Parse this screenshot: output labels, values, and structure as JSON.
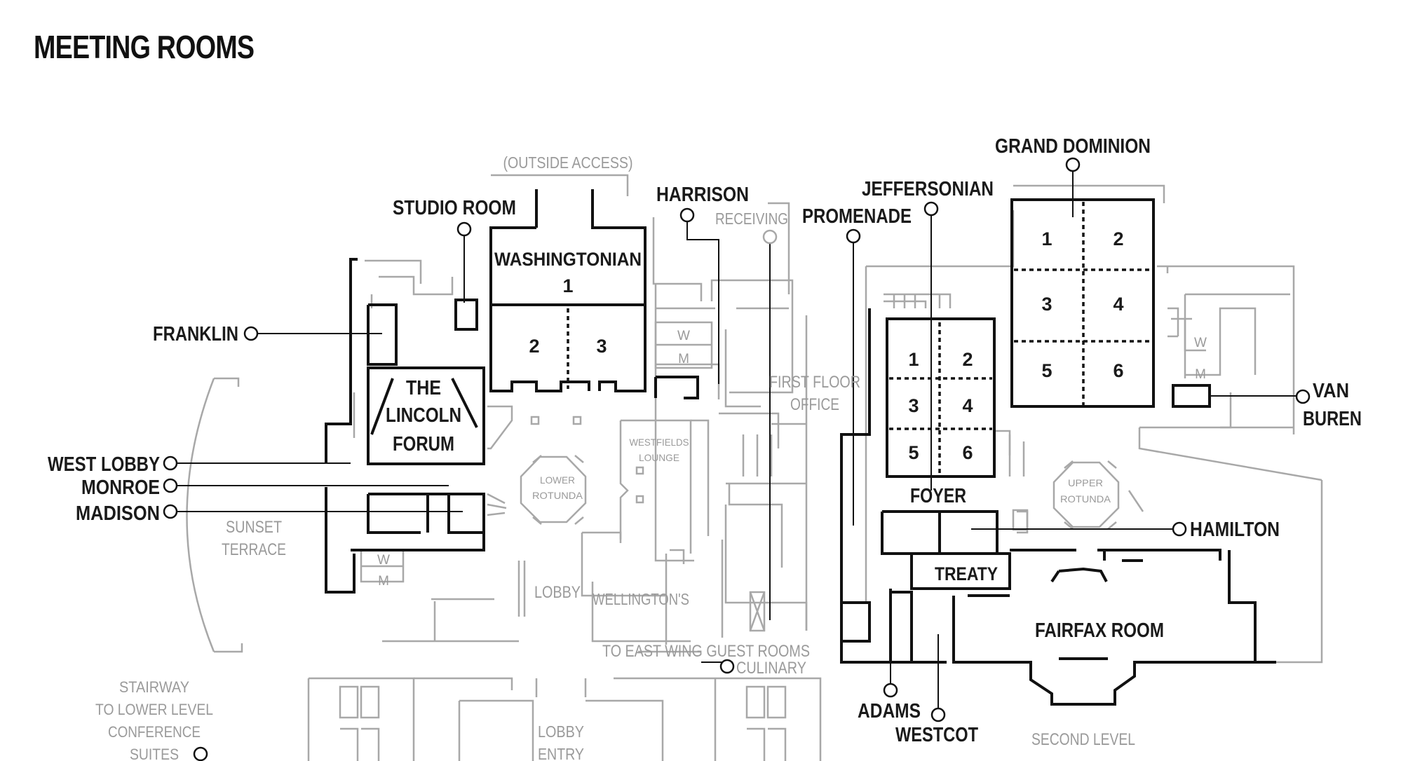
{
  "title": "MEETING ROOMS",
  "colors": {
    "dark_line": "#111111",
    "light_line": "#a8a8a8",
    "dark_text": "#1a1a1a",
    "light_text": "#9a9a9a",
    "background": "#ffffff"
  },
  "labels": {
    "outside_access": "(OUTSIDE ACCESS)",
    "studio_room": "STUDIO ROOM",
    "harrison": "HARRISON",
    "receiving": "RECEIVING",
    "promenade": "PROMENADE",
    "jeffersonian": "JEFFERSONIAN",
    "grand_dominion": "GRAND DOMINION",
    "franklin": "FRANKLIN",
    "washingtonian": "WASHINGTONIAN",
    "lincoln_1": "THE",
    "lincoln_2": "LINCOLN",
    "lincoln_3": "FORUM",
    "west_lobby": "WEST LOBBY",
    "monroe": "MONROE",
    "madison": "MADISON",
    "sunset_1": "SUNSET",
    "sunset_2": "TERRACE",
    "first_floor_1": "FIRST FLOOR",
    "first_floor_2": "OFFICE",
    "westfields_1": "WESTFIELDS",
    "westfields_2": "LOUNGE",
    "lower_rotunda_1": "LOWER",
    "lower_rotunda_2": "ROTUNDA",
    "upper_rotunda_1": "UPPER",
    "upper_rotunda_2": "ROTUNDA",
    "foyer": "FOYER",
    "van_1": "VAN",
    "van_2": "BUREN",
    "hamilton": "HAMILTON",
    "treaty": "TREATY",
    "fairfax_room": "FAIRFAX ROOM",
    "lobby": "LOBBY",
    "wellingtons": "WELLINGTON'S",
    "to_east_wing": "TO EAST WING GUEST ROOMS",
    "culinary": "CULINARY",
    "stairway_1": "STAIRWAY",
    "stairway_2": "TO LOWER LEVEL",
    "stairway_3": "CONFERENCE",
    "stairway_4": "SUITES",
    "lobby_entry_1": "LOBBY",
    "lobby_entry_2": "ENTRY",
    "adams": "ADAMS",
    "westcot": "WESTCOT",
    "second_level": "SECOND LEVEL",
    "restroom_w": "W",
    "restroom_m": "M"
  },
  "room_numbers": {
    "washingtonian": [
      "1",
      "2",
      "3"
    ],
    "jeffersonian": [
      "1",
      "2",
      "3",
      "4",
      "5",
      "6"
    ],
    "grand_dominion": [
      "1",
      "2",
      "3",
      "4",
      "5",
      "6"
    ]
  }
}
